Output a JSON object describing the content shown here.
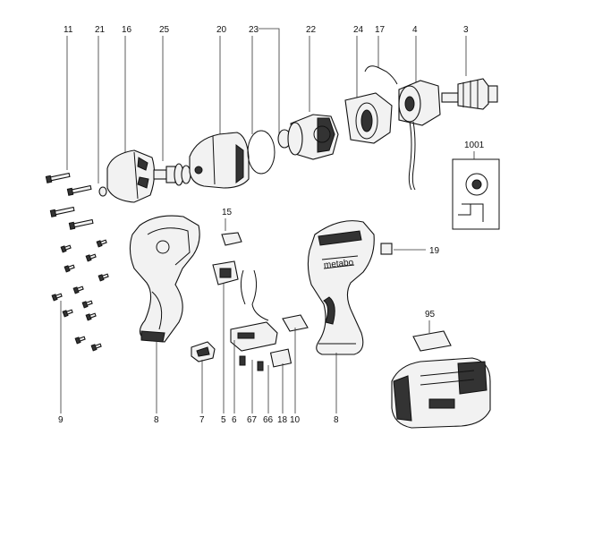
{
  "diagram": {
    "labels": {
      "l11": "11",
      "l21": "21",
      "l16": "16",
      "l25": "25",
      "l20": "20",
      "l23": "23",
      "l22": "22",
      "l24": "24",
      "l17": "17",
      "l4": "4",
      "l3": "3",
      "l1001": "1001",
      "l15": "15",
      "l19": "19",
      "l95": "95",
      "l9": "9",
      "l8a": "8",
      "l7": "7",
      "l5": "5",
      "l6": "6",
      "l67": "67",
      "l66": "66",
      "l18": "18",
      "l10": "10",
      "l8b": "8"
    },
    "housing_brand_text": "metabo"
  }
}
